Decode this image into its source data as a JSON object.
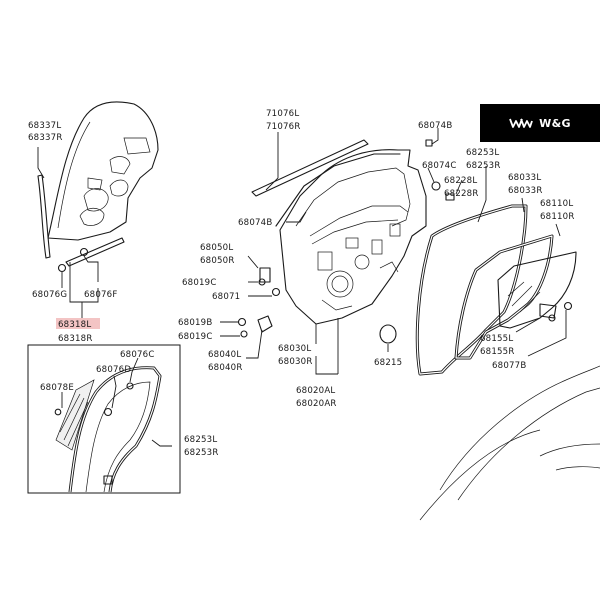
{
  "brand": {
    "logo_text": "W&G",
    "logo_icon": "wg-mark-icon",
    "background": "#000000"
  },
  "highlight_color": "#f3c4c4",
  "labels": {
    "p68337": [
      "68337L",
      "68337R"
    ],
    "p68076g": "68076G",
    "p68076f": "68076F",
    "p68318": [
      "68318L",
      "68318R"
    ],
    "p71076": [
      "71076L",
      "71076R"
    ],
    "p68074b_top": "68074B",
    "p68074b_left": "68074B",
    "p68074c": "68074C",
    "p68228": [
      "68228L",
      "68228R"
    ],
    "p68253_main": [
      "68253L",
      "68253R"
    ],
    "p68033": [
      "68033L",
      "68033R"
    ],
    "p68110": [
      "68110L",
      "68110R"
    ],
    "p68050": [
      "68050L",
      "68050R"
    ],
    "p68019c_a": "68019C",
    "p68071": "68071",
    "p68019b": "68019B",
    "p68019c_b": "68019C",
    "p68040": [
      "68040L",
      "68040R"
    ],
    "p68030": [
      "68030L",
      "68030R"
    ],
    "p68020": [
      "68020AL",
      "68020AR"
    ],
    "p68215": "68215",
    "p68155": [
      "68155L",
      "68155R"
    ],
    "p68077b": "68077B",
    "inset_68076c": "68076C",
    "inset_68076d": "68076D",
    "inset_68078e": "68078E",
    "inset_68253": [
      "68253L",
      "68253R"
    ]
  }
}
